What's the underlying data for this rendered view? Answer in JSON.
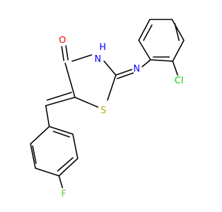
{
  "molecule": {
    "atom_labels": {
      "oxygen": "O",
      "nitrogen_h": "H",
      "nitrogen_ring": "N",
      "nitrogen_imine": "N",
      "sulfur": "S",
      "chlorine": "Cl",
      "fluorine": "F"
    },
    "colors": {
      "bond": "#000000",
      "oxygen": "#ff0000",
      "nitrogen": "#0000ff",
      "sulfur": "#b2b200",
      "chlorine": "#00cc00",
      "fluorine": "#66cc33"
    }
  }
}
